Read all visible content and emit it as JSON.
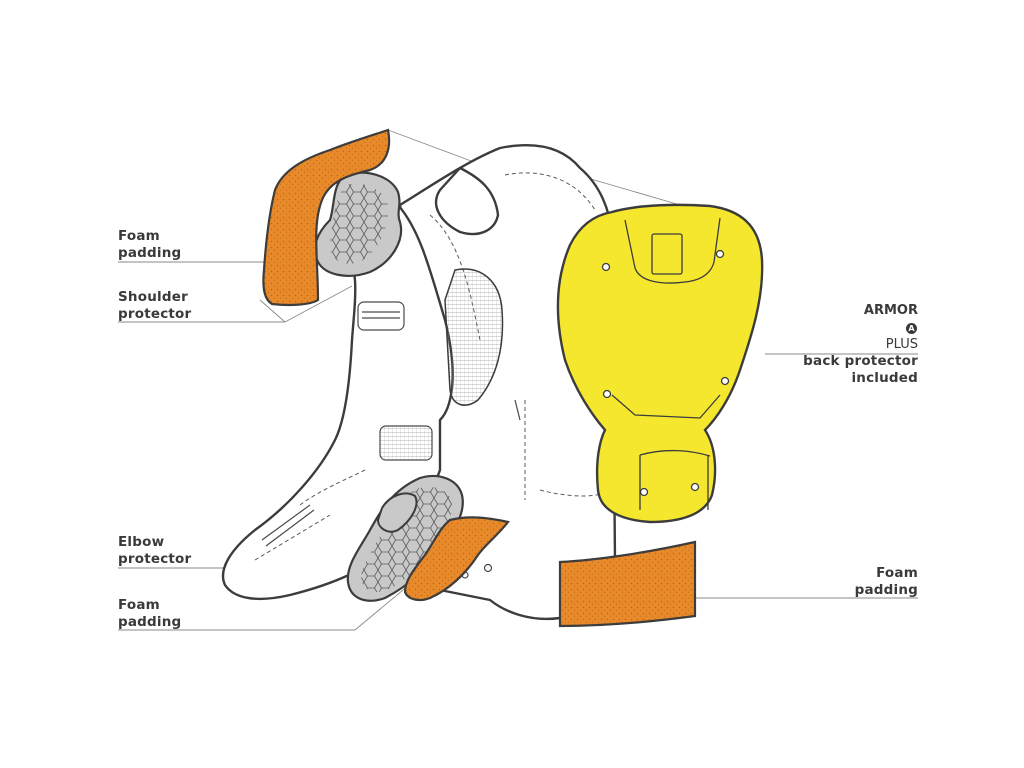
{
  "labels": {
    "foam_top": [
      "Foam",
      "padding"
    ],
    "shoulder": [
      "Shoulder",
      "protector"
    ],
    "elbow": [
      "Elbow",
      "protector"
    ],
    "foam_bottom": [
      "Foam",
      "padding"
    ],
    "back_brand_bold": "ARMOR",
    "back_brand_light": "PLUS",
    "back_lines": [
      "back protector",
      "included"
    ],
    "foam_right": [
      "Foam",
      "padding"
    ]
  },
  "colors": {
    "foam": "#e8892a",
    "back_protector": "#f5e72e",
    "shell_pad": "#c9c9c9",
    "outline": "#3c3c3c",
    "leader": "#8a8a8a",
    "text": "#3a3a3a"
  }
}
